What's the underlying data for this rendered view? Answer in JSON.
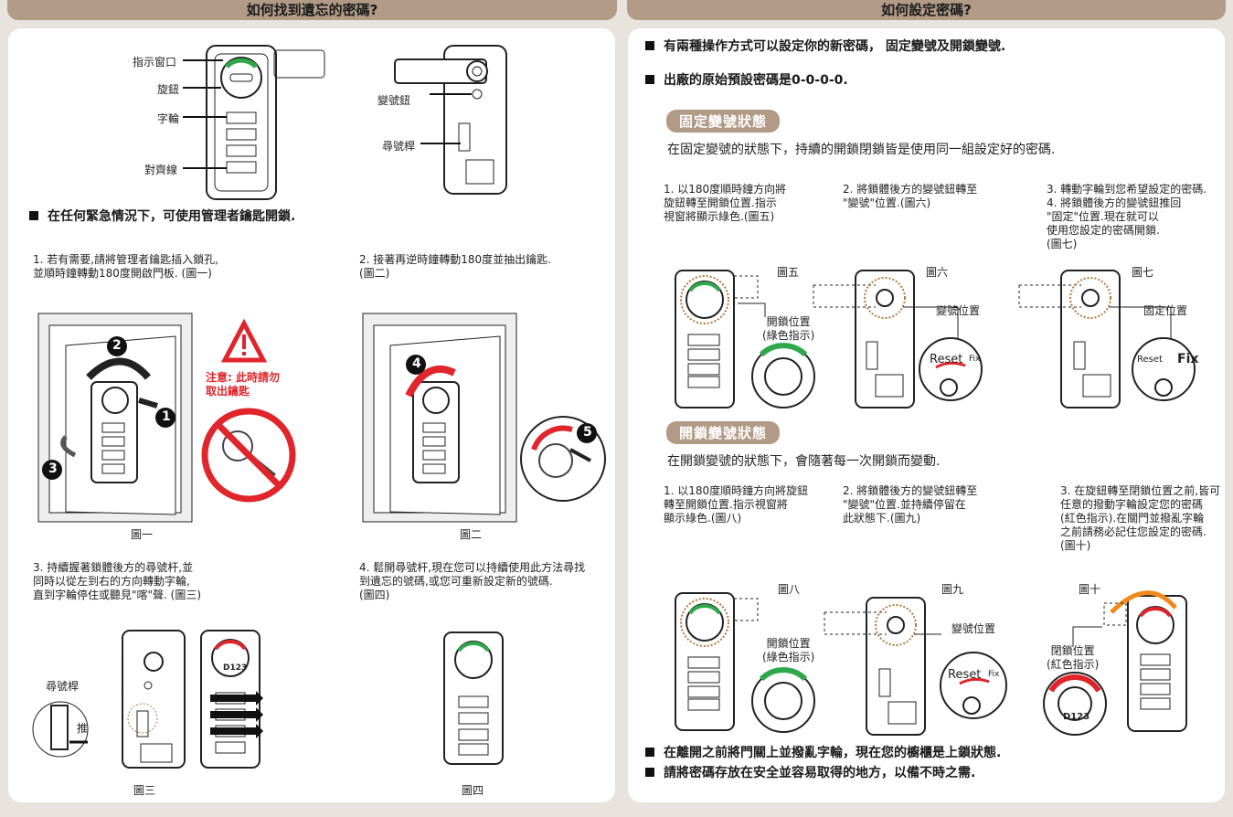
{
  "left": {
    "title": "如何找到遺忘的密碼?",
    "parts": {
      "window": "指示窗口",
      "knob": "旋鈕",
      "wheel": "字輪",
      "align": "對齊線",
      "button": "變號鈕",
      "lever": "尋號桿"
    },
    "emergency": "在任何緊急情況下，可使用管理者鑰匙開鎖.",
    "steps": [
      "1. 若有需要,請將管理者鑰匙插入鎖孔,\n   並順時鐘轉動180度開啟門板. (圖一)",
      "2. 接著再逆時鐘轉動180度並抽出鑰匙.\n   (圖二)",
      "3. 持續握著鎖體後方的尋號杆,並\n   同時以從左到右的方向轉動字輪,\n   直到字輪停住或聽見\"喀\"聲. (圖三)",
      "4. 鬆開尋號杆,現在您可以持續使用此方法尋找\n   到遺忘的號碼,或您可重新設定新的號碼.\n   (圖四)"
    ],
    "warning": "注意: 此時請勿\n取出鑰匙",
    "fig": [
      "圖一",
      "圖二",
      "圖三",
      "圖四"
    ],
    "lever_label": "尋號桿",
    "push": "推",
    "nums": [
      "1",
      "2",
      "3",
      "4",
      "5"
    ]
  },
  "right": {
    "title": "如何設定密碼?",
    "intro1": "有兩種操作方式可以設定你的新密碼， 固定變號及開鎖變號.",
    "intro2": "出廠的原始預設密碼是0-0-0-0.",
    "fixed_title": "固定變號狀態",
    "fixed_desc": "在固定變號的狀態下，持續的開鎖閉鎖皆是使用同一組設定好的密碼.",
    "fixed_steps": [
      "1. 以180度順時鐘方向將\n   旋鈕轉至開鎖位置.指示\n   視窗將顯示綠色.(圖五)",
      "2. 將鎖體後方的變號鈕轉至\n   \"變號\"位置.(圖六)",
      "3. 轉動字輪到您希望設定的密碼.\n4. 將鎖體後方的變號鈕推回\n   \"固定\"位置.現在就可以\n   使用您設定的密碼開鎖.\n   (圖七)"
    ],
    "fig_fixed": [
      "圖五",
      "圖六",
      "圖七"
    ],
    "open_pos": "開鎖位置\n(綠色指示)",
    "change_pos": "變號位置",
    "fixed_pos": "固定位置",
    "close_pos": "閉鎖位置\n(紅色指示)",
    "reset": "Reset",
    "fix": "Fix",
    "code": "D123",
    "open_title": "開鎖變號狀態",
    "open_desc": "在開鎖變號的狀態下，會隨著每一次開鎖而變動.",
    "open_steps": [
      "1. 以180度順時鐘方向將旋鈕\n   轉至開鎖位置.指示視窗將\n   顯示綠色.(圖八)",
      "2. 將鎖體後方的變號鈕轉至\n   \"變號\"位置.並持續停留在\n   此狀態下.(圖九)",
      "3. 在旋鈕轉至閉鎖位置之前,皆可\n   任意的撥動字輪設定您的密碼\n   (紅色指示).在關門並撥亂字輪\n   之前請務必記住您設定的密碼.\n   (圖十)"
    ],
    "fig_open": [
      "圖八",
      "圖九",
      "圖十"
    ],
    "outro1": "在離開之前將門關上並撥亂字輪，現在您的櫥櫃是上鎖狀態.",
    "outro2": "請將密碼存放在安全並容易取得的地方，以備不時之需."
  },
  "colors": {
    "accent": "#b19a86",
    "green": "#2ea84a",
    "red": "#e0252b",
    "orange": "#f08a1c"
  }
}
